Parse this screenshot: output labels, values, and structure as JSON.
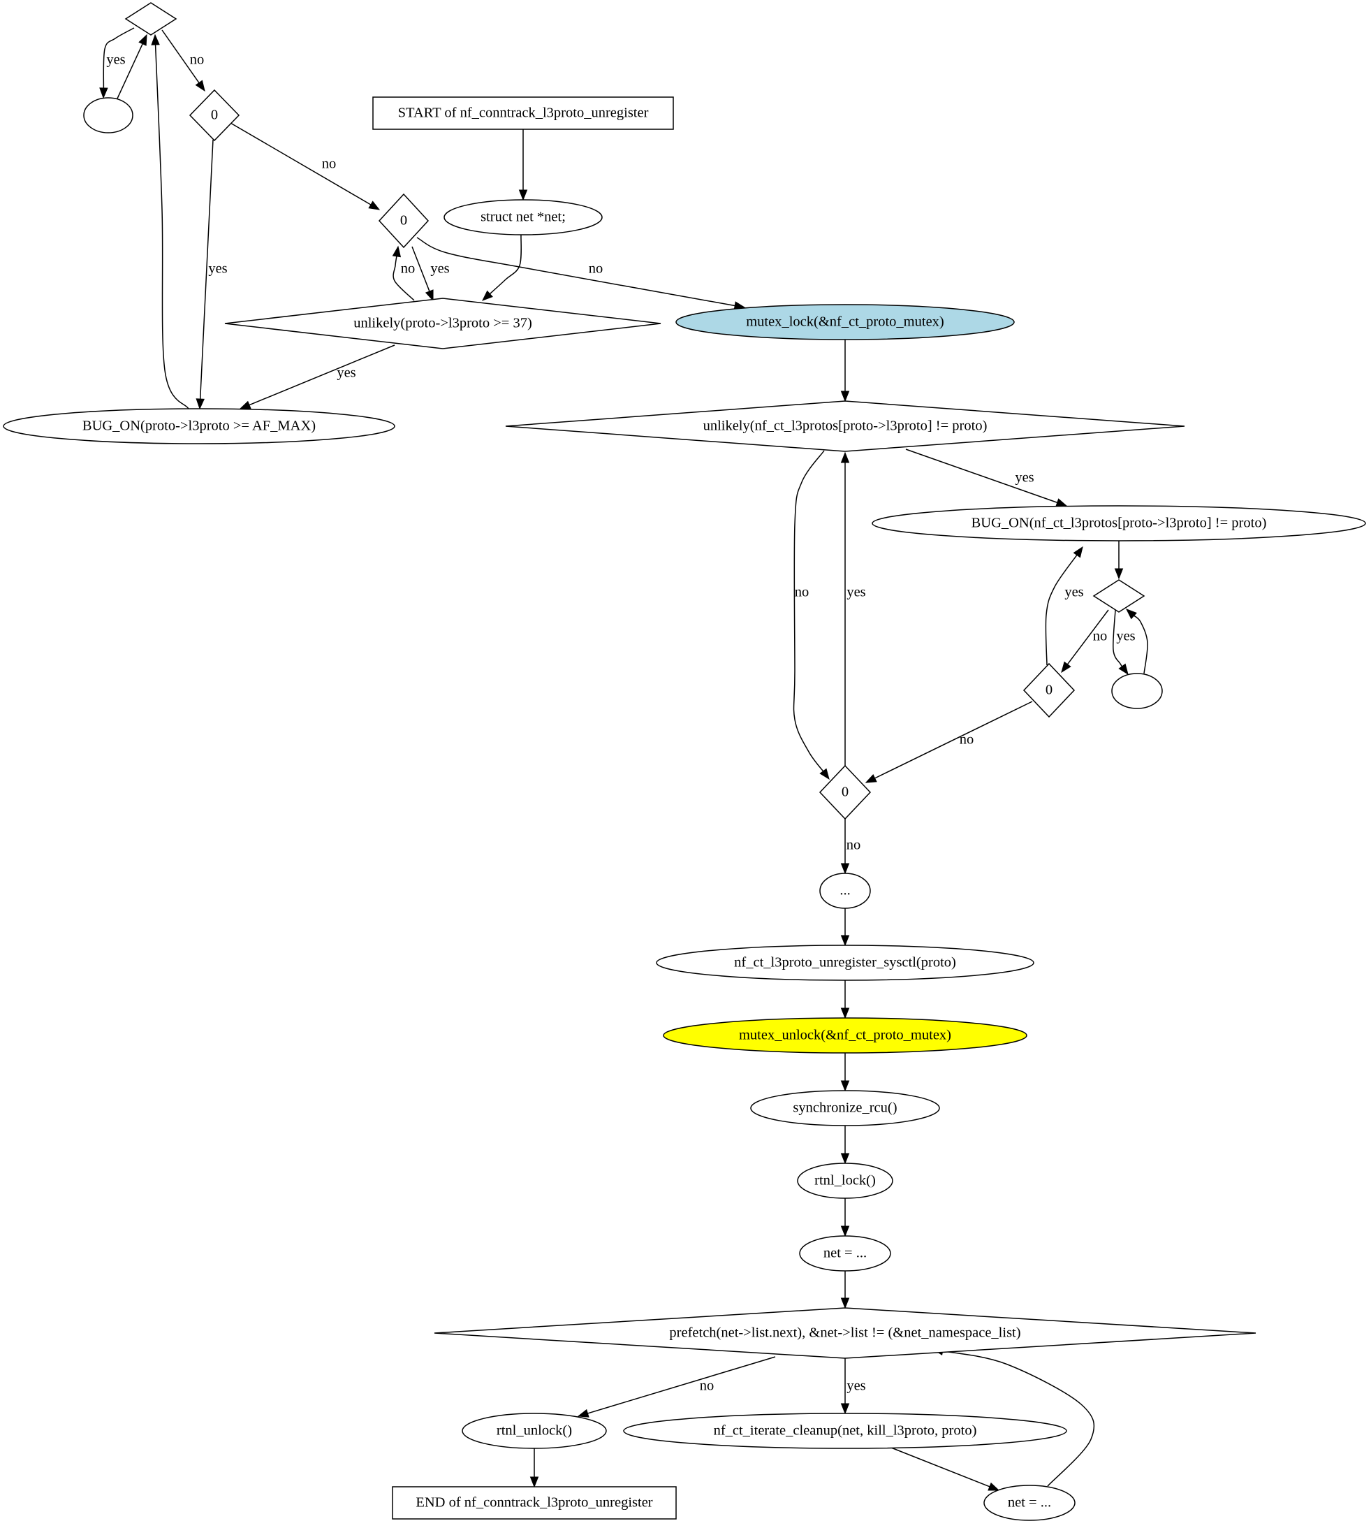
{
  "nodes": [
    {
      "id": "loop_top_diamond",
      "label": "",
      "shape": "diamond"
    },
    {
      "id": "loop_top_ellipse",
      "label": "",
      "shape": "ellipse"
    },
    {
      "id": "zero_a",
      "label": "0",
      "shape": "diamond"
    },
    {
      "id": "start",
      "label": "START of nf_conntrack_l3proto_unregister",
      "shape": "box"
    },
    {
      "id": "struct_net",
      "label": "struct net *net;",
      "shape": "ellipse"
    },
    {
      "id": "zero_b",
      "label": "0",
      "shape": "diamond"
    },
    {
      "id": "unlikely_37",
      "label": "unlikely(proto->l3proto >= 37)",
      "shape": "diamond"
    },
    {
      "id": "mutex_lock",
      "label": "mutex_lock(&nf_ct_proto_mutex)",
      "shape": "ellipse",
      "fill": "#add8e6"
    },
    {
      "id": "bug_on_afmax",
      "label": "BUG_ON(proto->l3proto >= AF_MAX)",
      "shape": "ellipse"
    },
    {
      "id": "unlikely_protos",
      "label": "unlikely(nf_ct_l3protos[proto->l3proto] != proto)",
      "shape": "diamond"
    },
    {
      "id": "bug_on_protos",
      "label": "BUG_ON(nf_ct_l3protos[proto->l3proto] != proto)",
      "shape": "ellipse"
    },
    {
      "id": "loop_right_diamond",
      "label": "",
      "shape": "diamond"
    },
    {
      "id": "zero_c",
      "label": "0",
      "shape": "diamond"
    },
    {
      "id": "loop_right_ellipse",
      "label": "",
      "shape": "ellipse"
    },
    {
      "id": "zero_d",
      "label": "0",
      "shape": "diamond"
    },
    {
      "id": "ellipsis",
      "label": "...",
      "shape": "ellipse"
    },
    {
      "id": "sysctl",
      "label": "nf_ct_l3proto_unregister_sysctl(proto)",
      "shape": "ellipse"
    },
    {
      "id": "mutex_unlock",
      "label": "mutex_unlock(&nf_ct_proto_mutex)",
      "shape": "ellipse",
      "fill": "#ffff00"
    },
    {
      "id": "sync_rcu",
      "label": "synchronize_rcu()",
      "shape": "ellipse"
    },
    {
      "id": "rtnl_lock",
      "label": "rtnl_lock()",
      "shape": "ellipse"
    },
    {
      "id": "net_assign_1",
      "label": "net = ...",
      "shape": "ellipse"
    },
    {
      "id": "prefetch",
      "label": "prefetch(net->list.next), &net->list != (&net_namespace_list)",
      "shape": "diamond"
    },
    {
      "id": "rtnl_unlock",
      "label": "rtnl_unlock()",
      "shape": "ellipse"
    },
    {
      "id": "iterate_cleanup",
      "label": "nf_ct_iterate_cleanup(net, kill_l3proto, proto)",
      "shape": "ellipse"
    },
    {
      "id": "end",
      "label": "END of nf_conntrack_l3proto_unregister",
      "shape": "box"
    },
    {
      "id": "net_assign_2",
      "label": "net = ...",
      "shape": "ellipse"
    }
  ],
  "edges": [
    {
      "from": "loop_top_diamond",
      "to": "loop_top_ellipse",
      "label": "yes"
    },
    {
      "from": "loop_top_ellipse",
      "to": "loop_top_diamond",
      "label": ""
    },
    {
      "from": "loop_top_diamond",
      "to": "zero_a",
      "label": "no"
    },
    {
      "from": "zero_a",
      "to": "zero_b",
      "label": "no"
    },
    {
      "from": "zero_a",
      "to": "bug_on_afmax",
      "label": "yes"
    },
    {
      "from": "bug_on_afmax",
      "to": "loop_top_diamond",
      "label": ""
    },
    {
      "from": "start",
      "to": "struct_net",
      "label": ""
    },
    {
      "from": "struct_net",
      "to": "unlikely_37",
      "label": ""
    },
    {
      "from": "unlikely_37",
      "to": "zero_b",
      "label": "no"
    },
    {
      "from": "zero_b",
      "to": "unlikely_37",
      "label": "yes"
    },
    {
      "from": "zero_b",
      "to": "mutex_lock",
      "label": "no"
    },
    {
      "from": "unlikely_37",
      "to": "bug_on_afmax",
      "label": "yes"
    },
    {
      "from": "mutex_lock",
      "to": "unlikely_protos",
      "label": ""
    },
    {
      "from": "unlikely_protos",
      "to": "bug_on_protos",
      "label": "yes"
    },
    {
      "from": "unlikely_protos",
      "to": "zero_d",
      "label": "no"
    },
    {
      "from": "zero_d",
      "to": "unlikely_protos",
      "label": "yes"
    },
    {
      "from": "bug_on_protos",
      "to": "loop_right_diamond",
      "label": ""
    },
    {
      "from": "loop_right_diamond",
      "to": "zero_c",
      "label": "no"
    },
    {
      "from": "loop_right_diamond",
      "to": "loop_right_ellipse",
      "label": "yes"
    },
    {
      "from": "loop_right_ellipse",
      "to": "loop_right_diamond",
      "label": ""
    },
    {
      "from": "zero_c",
      "to": "bug_on_protos",
      "label": "yes"
    },
    {
      "from": "zero_c",
      "to": "zero_d",
      "label": "no"
    },
    {
      "from": "zero_d",
      "to": "ellipsis",
      "label": "no"
    },
    {
      "from": "ellipsis",
      "to": "sysctl",
      "label": ""
    },
    {
      "from": "sysctl",
      "to": "mutex_unlock",
      "label": ""
    },
    {
      "from": "mutex_unlock",
      "to": "sync_rcu",
      "label": ""
    },
    {
      "from": "sync_rcu",
      "to": "rtnl_lock",
      "label": ""
    },
    {
      "from": "rtnl_lock",
      "to": "net_assign_1",
      "label": ""
    },
    {
      "from": "net_assign_1",
      "to": "prefetch",
      "label": ""
    },
    {
      "from": "prefetch",
      "to": "rtnl_unlock",
      "label": "no"
    },
    {
      "from": "prefetch",
      "to": "iterate_cleanup",
      "label": "yes"
    },
    {
      "from": "rtnl_unlock",
      "to": "end",
      "label": ""
    },
    {
      "from": "iterate_cleanup",
      "to": "net_assign_2",
      "label": ""
    },
    {
      "from": "net_assign_2",
      "to": "prefetch",
      "label": ""
    }
  ]
}
